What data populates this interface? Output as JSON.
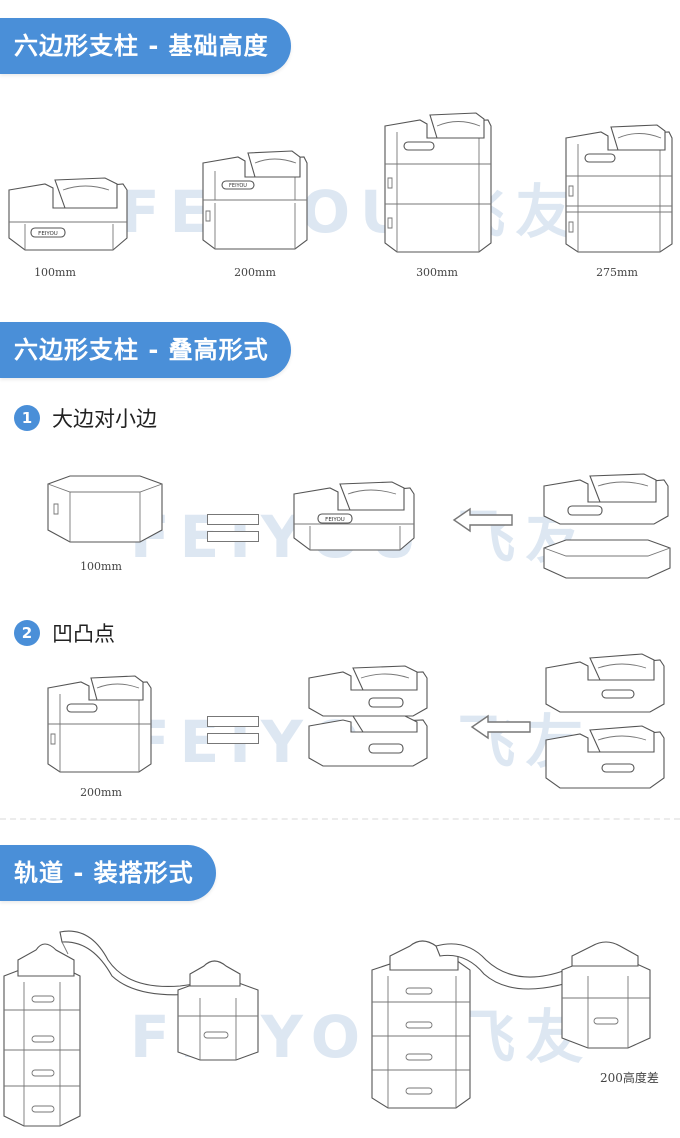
{
  "watermark": "FEIYOU 飞友",
  "logo": "FEIYOU",
  "sections": {
    "base_height": {
      "title": "六边形支柱 - 基础高度",
      "labels": [
        "100mm",
        "200mm",
        "300mm",
        "275mm"
      ]
    },
    "stacking": {
      "title": "六边形支柱 - 叠高形式",
      "step1": {
        "num": "1",
        "text": "大边对小边",
        "label": "100mm"
      },
      "step2": {
        "num": "2",
        "text": "凹凸点",
        "label": "200mm"
      }
    },
    "track": {
      "title": "轨道 - 装搭形式",
      "note": "200高度差"
    }
  }
}
